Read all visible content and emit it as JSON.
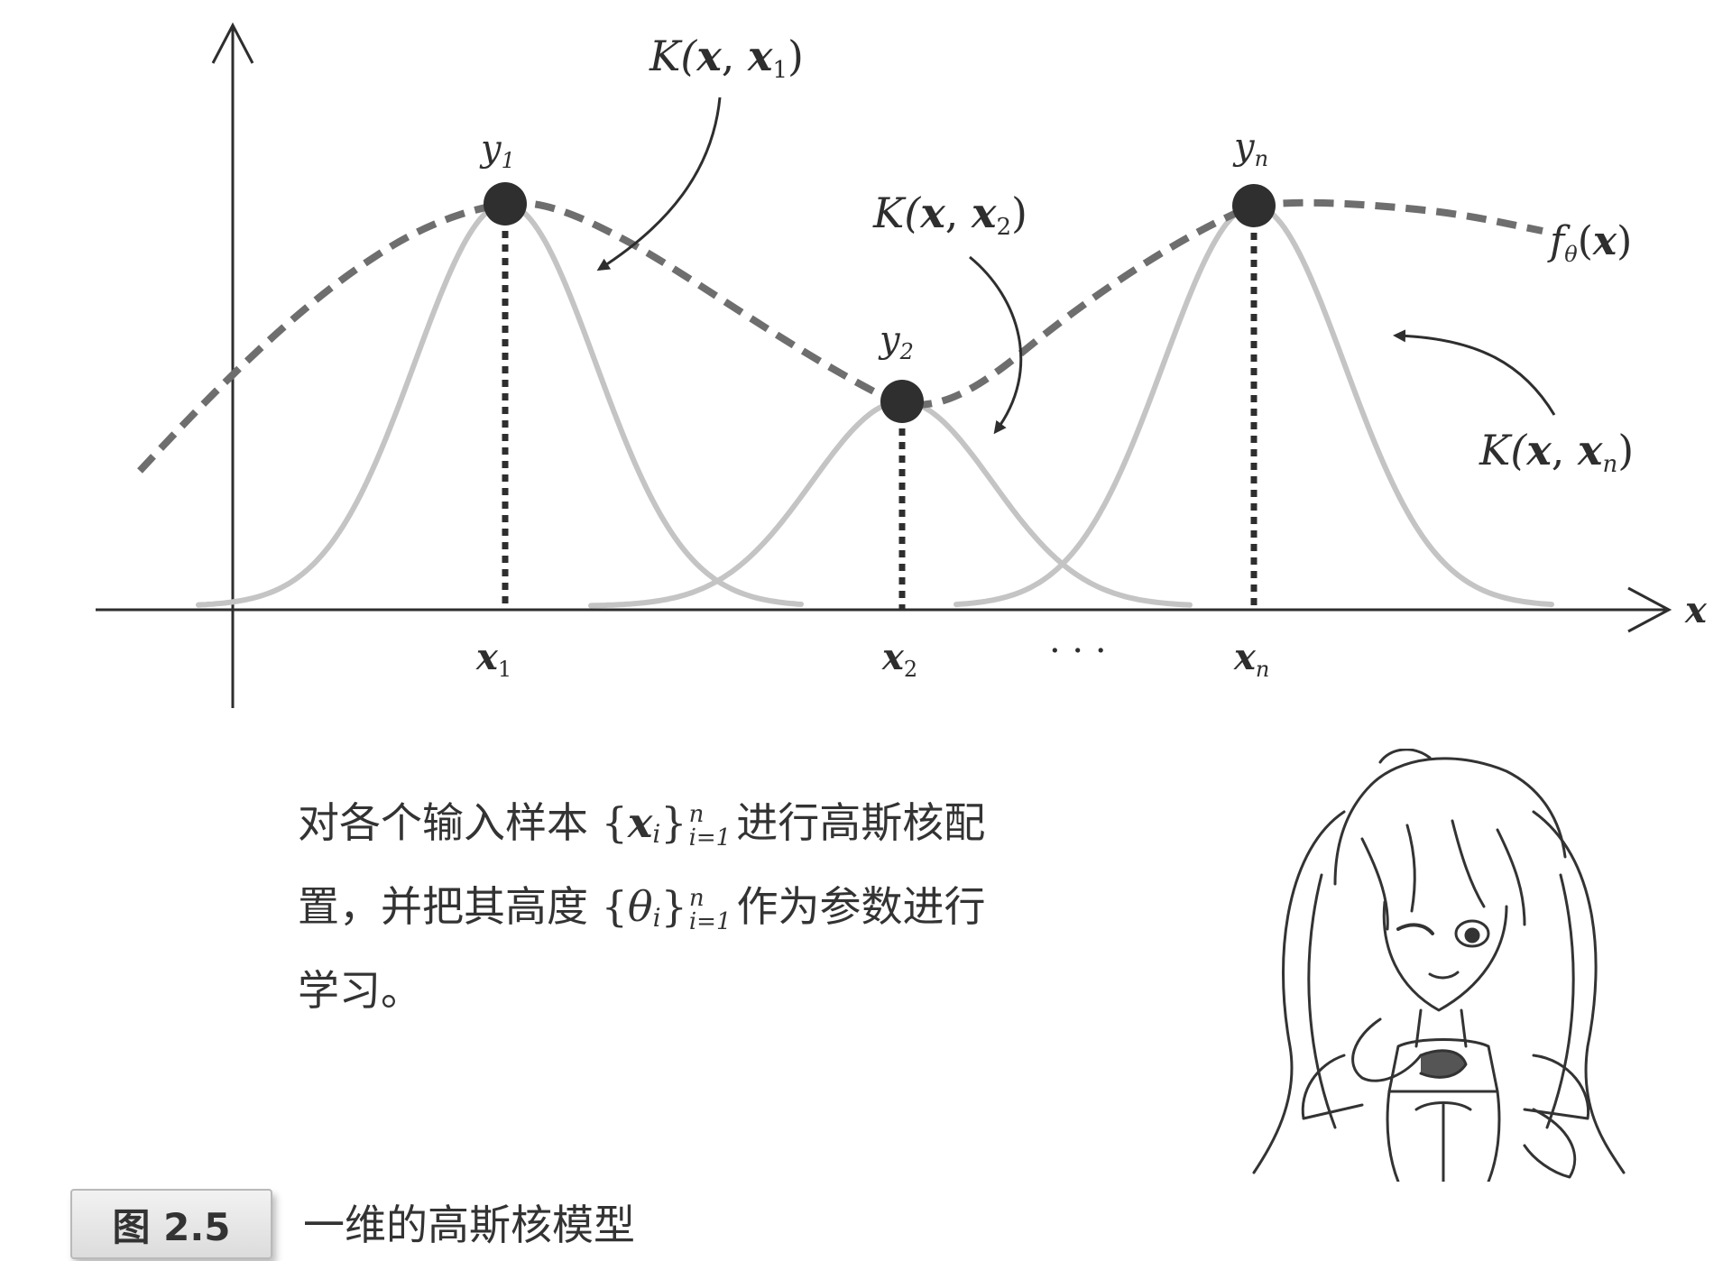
{
  "diagram": {
    "axis_x_label": "x",
    "x_ticks": [
      {
        "main": "x",
        "sub": "1"
      },
      {
        "main": "x",
        "sub": "2"
      },
      {
        "main": "x",
        "sub": "n"
      }
    ],
    "ellipsis": "· · ·",
    "y_labels": [
      {
        "main": "y",
        "sub": "1"
      },
      {
        "main": "y",
        "sub": "2"
      },
      {
        "main": "y",
        "sub": "n"
      }
    ],
    "kernel_labels": [
      {
        "pre": "K(",
        "x": "x",
        "comma": ", ",
        "xi": "x",
        "sub": "1",
        "post": ")"
      },
      {
        "pre": "K(",
        "x": "x",
        "comma": ", ",
        "xi": "x",
        "sub": "2",
        "post": ")"
      },
      {
        "pre": "K(",
        "x": "x",
        "comma": ", ",
        "xi": "x",
        "sub": "n",
        "post": ")"
      }
    ],
    "model_label": {
      "f": "f",
      "sub": "θ",
      "open": "(",
      "x": "x",
      "close": ")"
    },
    "colors": {
      "dashed": "#6e6e6e",
      "kernel": "#c4c4c4",
      "point": "#2f2f2f"
    }
  },
  "bubble": {
    "line1_pre": "对各个输入样本 {",
    "line1_var": "x",
    "line1_sub": "i",
    "line1_close": "}",
    "line1_sup": "n",
    "line1_lower": "i=1",
    "line1_post": "进行高斯核配",
    "line2_pre": "置，并把其高度 {",
    "line2_var": "θ",
    "line2_sub": "i",
    "line2_close": "}",
    "line2_sup": "n",
    "line2_lower": "i=1",
    "line2_post": "作为参数进行",
    "line3": "学习。"
  },
  "illustration": {
    "name": "anime-girl-winking"
  },
  "caption": {
    "figure_label": "图 2.5",
    "title": "一维的高斯核模型"
  }
}
